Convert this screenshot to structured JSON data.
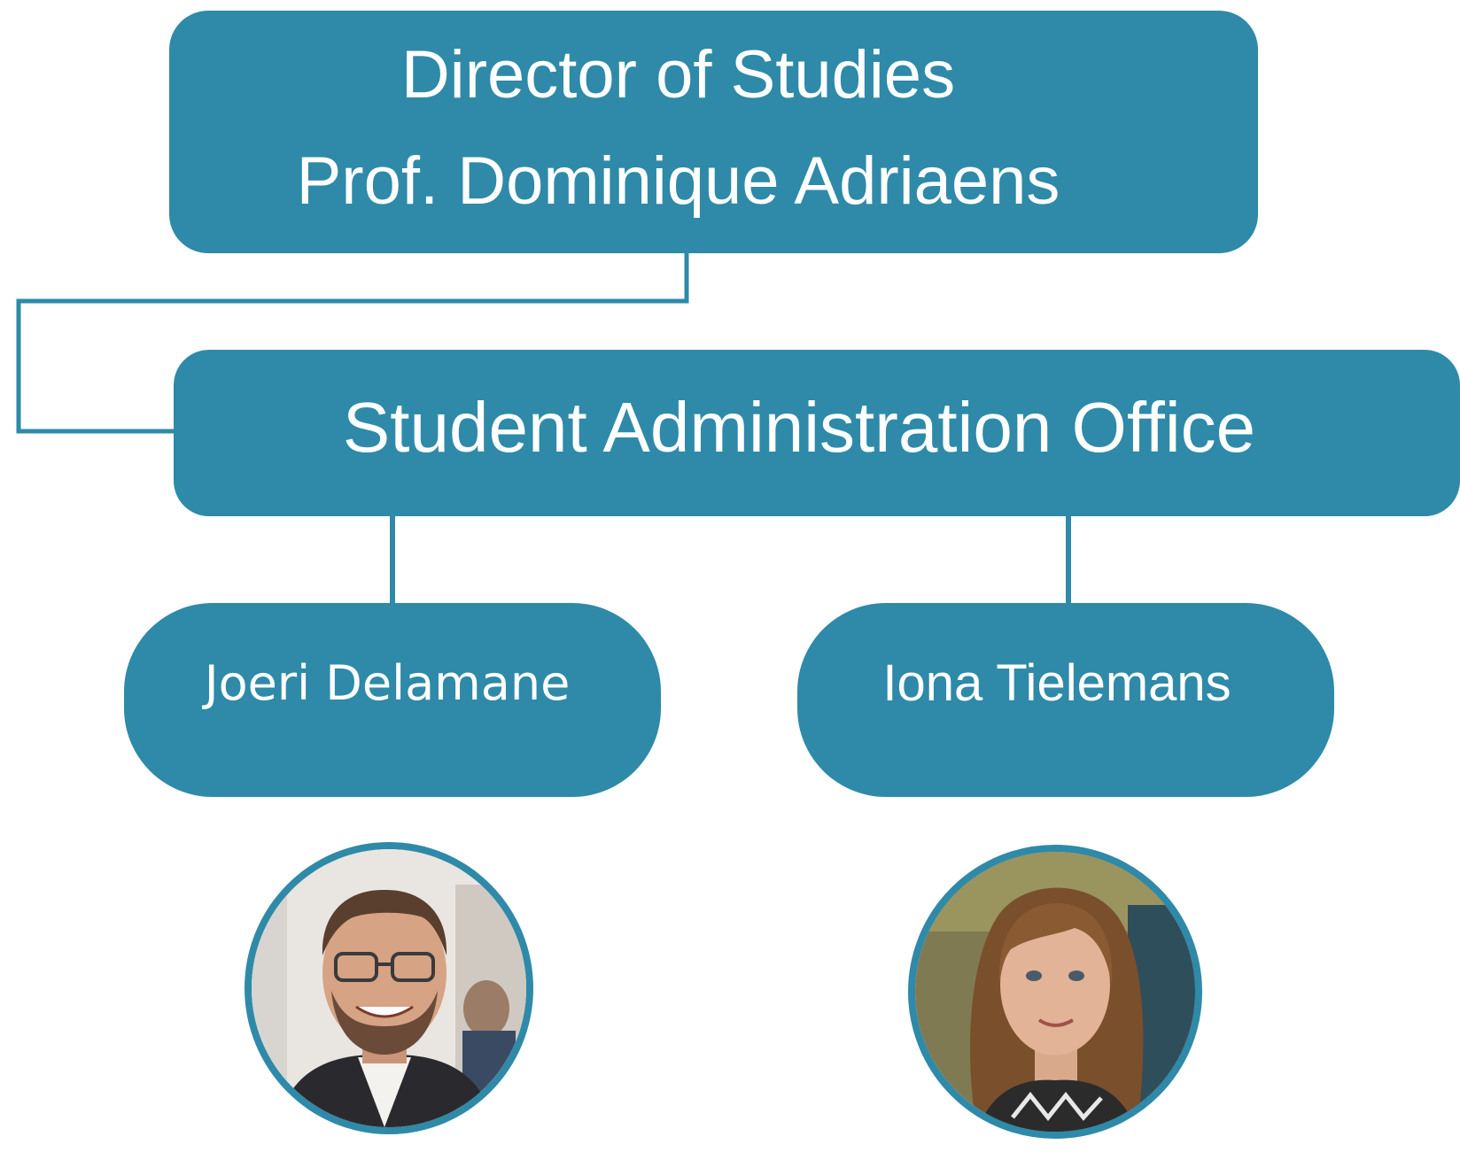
{
  "director": {
    "title": "Director of Studies",
    "name": "Prof. Dominique Adriaens"
  },
  "office": {
    "label": "Student Administration Office"
  },
  "staff": [
    {
      "name": "Joeri Delamane",
      "photo": "portrait-man-glasses"
    },
    {
      "name": "Iona Tielemans",
      "photo": "portrait-woman-long-hair"
    }
  ],
  "colors": {
    "box_fill": "#2e8aa8",
    "text": "#ffffff",
    "connector": "#2e8aa8"
  }
}
